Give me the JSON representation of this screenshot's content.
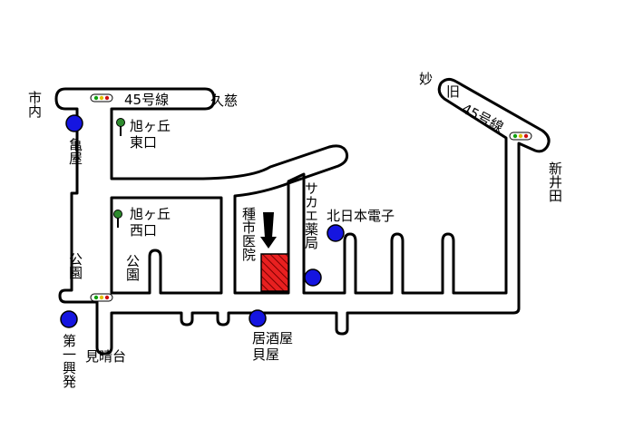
{
  "colors": {
    "road_outline": "#000000",
    "road_fill": "#ffffff",
    "landmark_dot": "#1515e0",
    "park_tree": "#2e8b2e",
    "destination_fill": "#e82020",
    "destination_hatch": "#7a0000",
    "signal_body": "#ffffff",
    "signal_lights": [
      "#d01010",
      "#e0c000",
      "#10a010"
    ]
  },
  "labels": {
    "road_45": "45号線",
    "kuji": "久慈",
    "shiuchi": "市内",
    "kameya": "亀屋",
    "asahigaoka_higashi": "旭ヶ丘",
    "higashiguchi": "東口",
    "asahigaoka_nishi": "旭ヶ丘",
    "nishiguchi": "西口",
    "koen_left": "公園",
    "koen_mid": "公園",
    "hospital": "種市医院",
    "pharmacy": "サカエ薬局",
    "kitanihon": "北日本電子",
    "izakaya": "居酒屋",
    "kaiya": "貝屋",
    "kohatsu": "第一興発",
    "miharashidai": "見晴台",
    "myo": "妙",
    "kyu_road": "旧",
    "old_45": "45号線",
    "niida": "新井田"
  },
  "icons": {
    "destination_marker": "red-hatched-square",
    "arrow": "down-arrow-icon",
    "signal": "traffic-signal-icon",
    "landmark": "blue-dot-icon",
    "tree": "tree-icon"
  }
}
